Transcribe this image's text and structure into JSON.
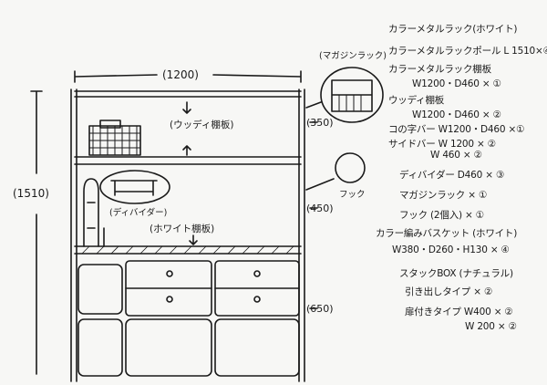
{
  "dimensions": {
    "width_label": "(1200)",
    "height_label": "(1510)",
    "section_top": "(350)",
    "section_mid": "(450)",
    "section_bottom": "(650)"
  },
  "callouts": {
    "wood_shelf": "(ウッディ棚板)",
    "white_shelf": "(ホワイト棚板)",
    "divider": "(ディバイダー)",
    "magazine_rack": "(マガジンラック)",
    "hook": "フック"
  },
  "parts_list": {
    "title": "カラーメタルラック(ホワイト)",
    "items": [
      {
        "text": "カラーメタルラックポール L 1510×④"
      },
      {
        "text": "カラーメタルラック棚板"
      },
      {
        "text": "W1200・D460 × ①"
      },
      {
        "text": "ウッディ棚板"
      },
      {
        "text": "W1200・D460 × ②"
      },
      {
        "text": "コの字バー W1200・D460 ×①"
      },
      {
        "text": "サイドバー W 1200 × ②"
      },
      {
        "text": "W 460 × ②"
      },
      {
        "text": "ディバイダー D460 × ③"
      },
      {
        "text": "マガジンラック × ①"
      },
      {
        "text": "フック (2個入) × ①"
      },
      {
        "text": "カラー編みバスケット (ホワイト)"
      },
      {
        "text": "W380・D260・H130 × ④"
      },
      {
        "text": "スタックBOX (ナチュラル)"
      },
      {
        "text": "引き出しタイプ × ②"
      },
      {
        "text": "扉付きタイプ W400 × ②"
      },
      {
        "text": "W 200 × ②"
      }
    ]
  },
  "colors": {
    "ink": "#1a1a1a",
    "paper": "#f7f7f5"
  }
}
